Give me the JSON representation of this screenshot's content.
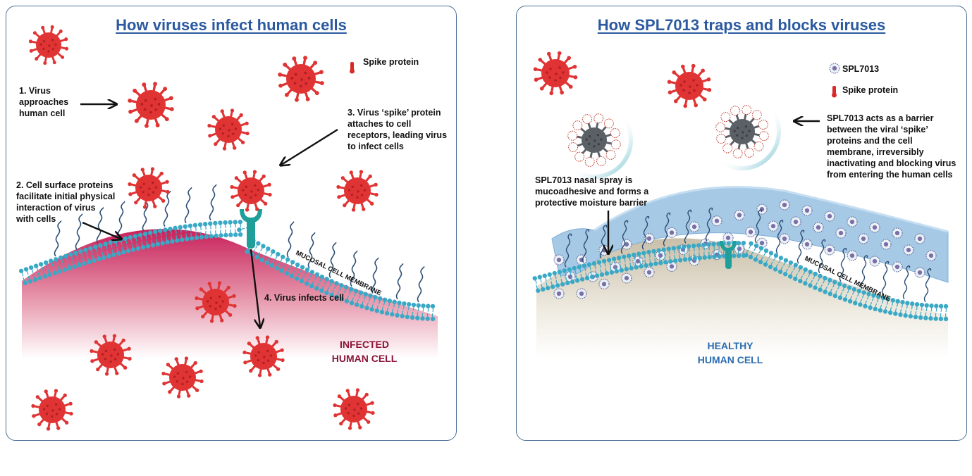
{
  "left": {
    "title": "How viruses infect human cells",
    "legend": {
      "spike": "Spike protein"
    },
    "labels": {
      "step1": [
        "1. Virus",
        "approaches",
        "human cell"
      ],
      "step2": [
        "2. Cell surface proteins",
        "facilitate initial physical",
        "interaction of virus",
        "with cells"
      ],
      "step3": [
        "3. Virus ‘spike’ protein",
        "attaches to cell",
        "receptors, leading virus",
        "to infect cells"
      ],
      "step4": "4. Virus infects cell",
      "membrane": "MUCOSAL CELL MEMBRANE",
      "cell": [
        "INFECTED",
        "HUMAN CELL"
      ]
    }
  },
  "right": {
    "title": "How SPL7013 traps and blocks viruses",
    "legend": {
      "spl": "SPL7013",
      "spike": "Spike protein"
    },
    "labels": {
      "barrier": [
        "SPL7013 acts as a barrier",
        "between the viral ‘spike’",
        "proteins and the cell",
        "membrane, irreversibly",
        "inactivating and blocking virus",
        "from entering the human cells"
      ],
      "spray": [
        "SPL7013 nasal spray is",
        "mucoadhesive and forms a",
        "protective moisture barrier"
      ],
      "membrane": "MUCOSAL CELL MEMBRANE",
      "cell": [
        "HEALTHY",
        "HUMAN CELL"
      ]
    }
  },
  "colors": {
    "virus": "#e03434",
    "virus_dark": "#b21f24",
    "membrane": "#3aa9c6",
    "receptor": "#1f9e9a",
    "infected": "#c8205a",
    "infected_text": "#8a1538",
    "healthy_text": "#2b6cb0",
    "gel": "#9cc3e3",
    "title": "#2b5aa0"
  }
}
